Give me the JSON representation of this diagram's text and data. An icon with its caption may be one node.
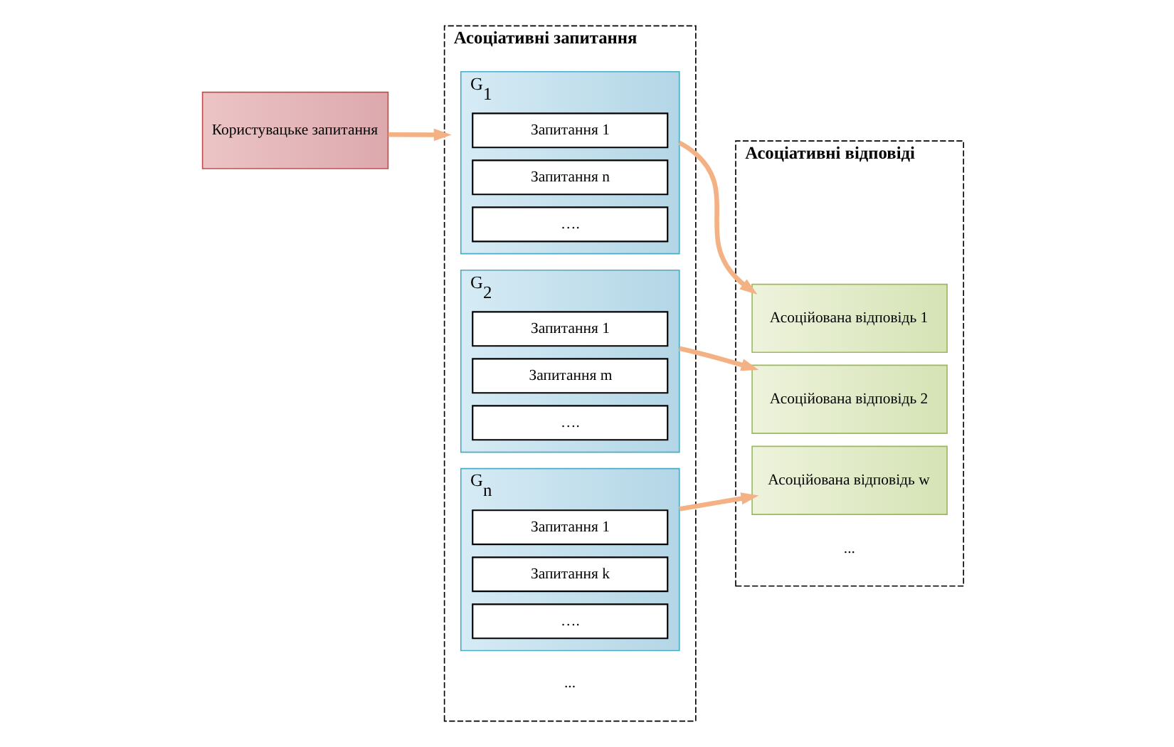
{
  "diagram": {
    "nodes": [
      {
        "text": [
          "Користувацьке запитання"
        ]
      },
      {
        "text": [
          "Асоціативні запитання"
        ]
      },
      {
        "text": [
          "G$_{1}$"
        ],
        "in": 1
      },
      {
        "text": [
          "Запитання 1"
        ],
        "in": 2
      },
      {
        "text": [
          "…."
        ],
        "in": 2
      },
      {
        "text": [
          "Запитання n"
        ],
        "in": 2
      },
      {
        "text": [
          "G$_{2}$"
        ],
        "in": 1
      },
      {
        "text": [
          "Запитання 1"
        ],
        "in": 6
      },
      {
        "text": [
          "…."
        ],
        "in": 6
      },
      {
        "text": [
          "Запитання m"
        ],
        "in": 6
      },
      {
        "text": [
          "G$_{n}$"
        ],
        "in": 1
      },
      {
        "text": [
          "Запитання 1"
        ],
        "in": 10
      },
      {
        "text": [
          "…."
        ],
        "in": 10
      },
      {
        "text": [
          "Запитання k"
        ],
        "in": 10
      },
      {
        "text": [
          "Асоціативні відповіді"
        ]
      },
      {
        "text": [
          "Асоційована відповідь 1"
        ],
        "in": 14
      },
      {
        "text": [
          "Асоційована відповідь 2"
        ],
        "in": 14
      },
      {
        "text": [
          "Асоційована відповідь w"
        ],
        "in": 14
      }
    ],
    "edges": [
      {
        "from": 0,
        "to": 1,
        "arrow": "to"
      },
      {
        "from": 2,
        "to": 15,
        "arrow": "to"
      },
      {
        "from": 6,
        "to": 16,
        "arrow": "to"
      },
      {
        "from": 10,
        "to": 17,
        "arrow": "to"
      }
    ],
    "labels": [
      "...",
      "..."
    ]
  }
}
